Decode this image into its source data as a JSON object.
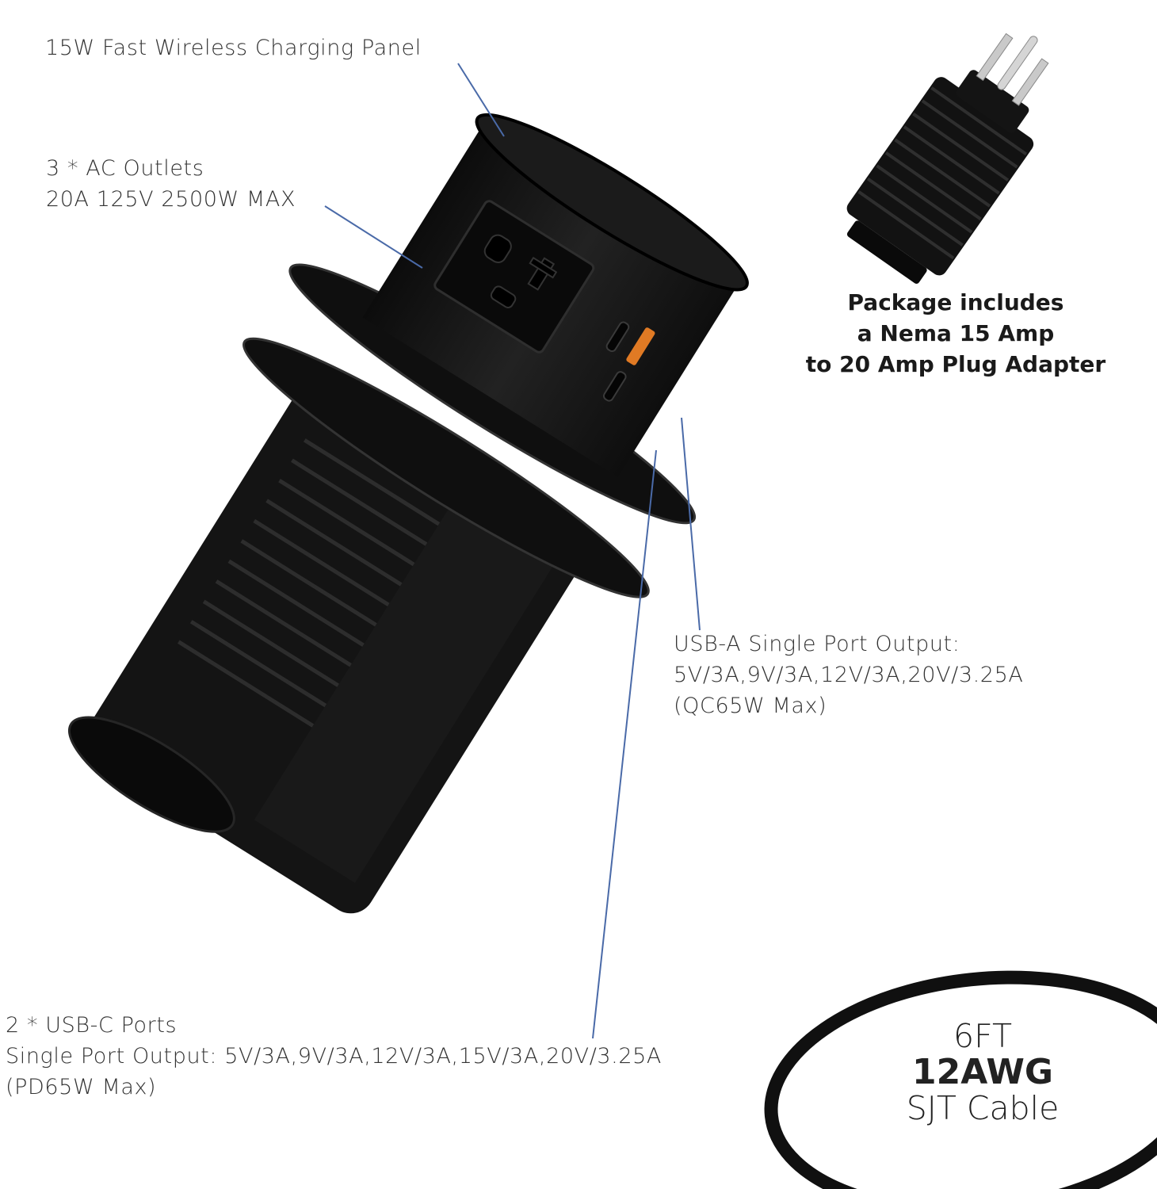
{
  "colors": {
    "background": "#ffffff",
    "callout_line": "#4a6aa8",
    "product_body": "#141414",
    "quick_charge_port": "#e07a24"
  },
  "icons": {
    "product": "pop-up-power-outlet-icon",
    "adapter": "plug-adapter-icon",
    "cable": "power-cable-icon"
  },
  "callouts": {
    "wireless": {
      "line1": "15W Fast Wireless Charging Panel"
    },
    "ac": {
      "line1": "3 * AC Outlets",
      "line2": "20A 125V 2500W MAX"
    },
    "usb_a": {
      "line1": "USB-A Single Port Output:",
      "line2": "5V/3A,9V/3A,12V/3A,20V/3.25A",
      "line3": "(QC65W Max)"
    },
    "usb_c": {
      "line1": "2 * USB-C Ports",
      "line2": "Single Port Output: 5V/3A,9V/3A,12V/3A,15V/3A,20V/3.25A",
      "line3": "(PD65W Max)"
    }
  },
  "package": {
    "line1": "Package includes",
    "line2": "a Nema 15 Amp",
    "line3": "to 20 Amp Plug Adapter"
  },
  "cable": {
    "length": "6FT",
    "gauge": "12AWG",
    "type": "SJT Cable"
  }
}
